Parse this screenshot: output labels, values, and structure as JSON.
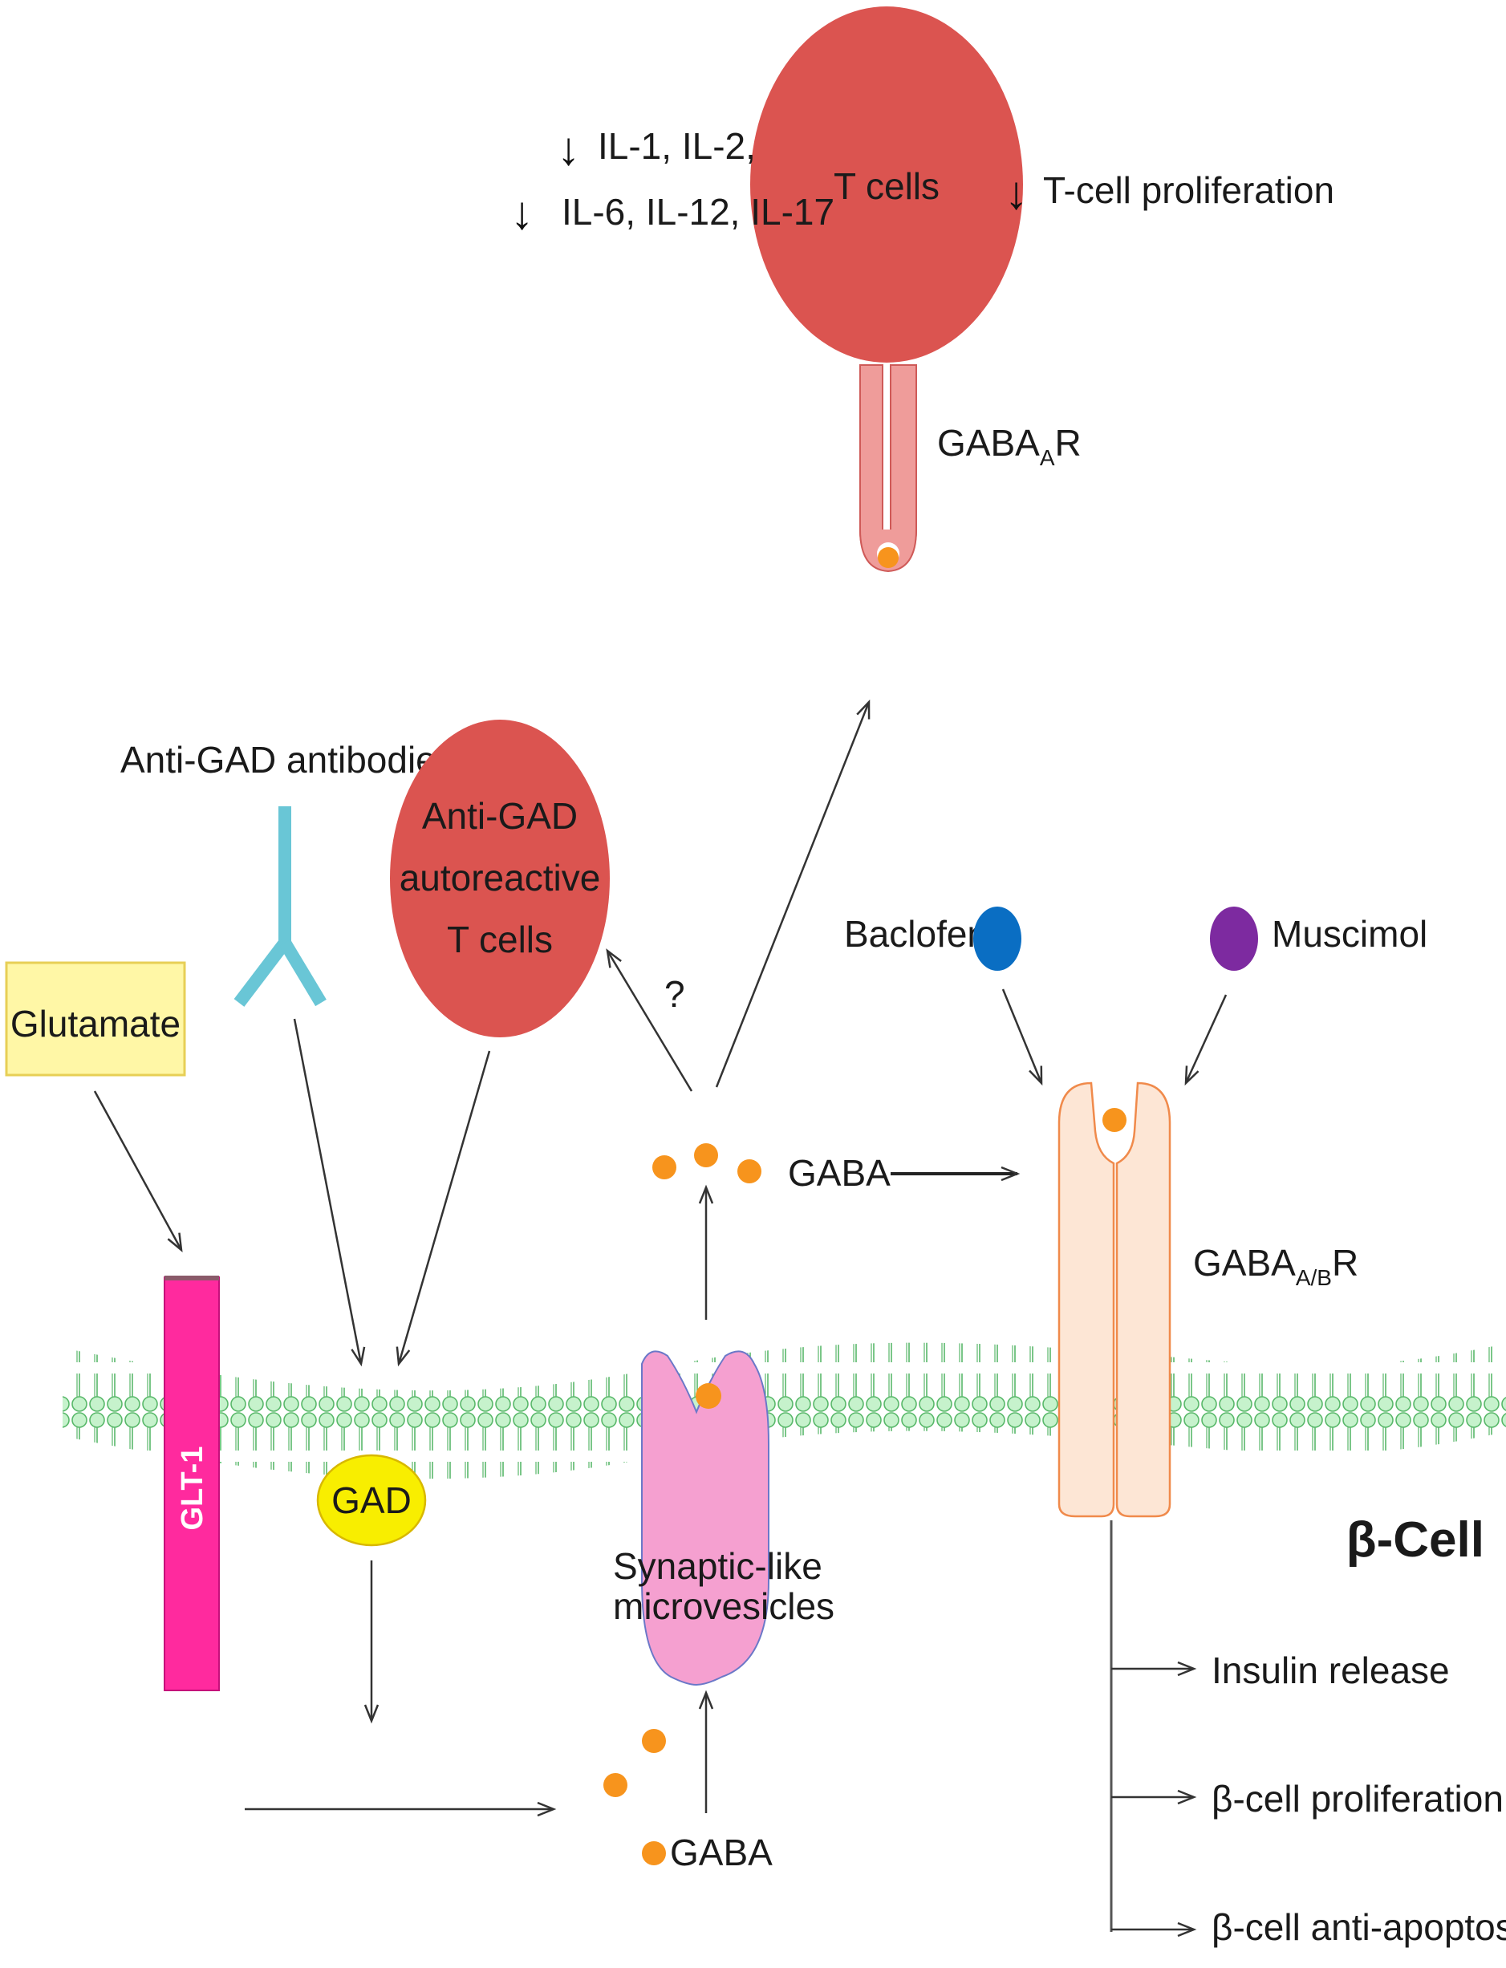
{
  "labels": {
    "t_cells": "T cells",
    "cytokines_line1": "IL-1, IL-2,",
    "cytokines_line2": "IL-6, IL-12, IL-17",
    "tcell_proliferation": "T-cell proliferation",
    "gaba_a_r_main": "GABA",
    "gaba_a_r_sub": "A",
    "gaba_a_r_tail": "R",
    "anti_gad_antibodies": "Anti-GAD antibodies",
    "autoreactive_line1": "Anti-GAD",
    "autoreactive_line2": "autoreactive",
    "autoreactive_line3": "T cells",
    "question_mark": "?",
    "baclofen": "Baclofen",
    "muscimol": "Muscimol",
    "glutamate": "Glutamate",
    "gaba_secreted": "GABA",
    "gaba_ab_r_main": "GABA",
    "gaba_ab_r_sub": "A/B",
    "gaba_ab_r_tail": "R",
    "glt1": "GLT-1",
    "gad": "GAD",
    "vesicles_line1": "Synaptic-like",
    "vesicles_line2": "microvesicles",
    "beta_cell": "β-Cell",
    "gaba_cytoplasm": "GABA",
    "insulin_release": "Insulin release",
    "beta_proliferation": "β-cell proliferation",
    "beta_anti_apoptosis": "β-cell anti-apoptosis"
  },
  "icons": {
    "down_arrow": "↓"
  },
  "colors": {
    "t_cell": "#db5450",
    "gaba_dot": "#f7941d",
    "baclofen": "#0a6ec3",
    "muscimol": "#7d2aa0",
    "antibody": "#69c6d6",
    "glt1": "#ff2a9e",
    "gad": "#f8ee00",
    "vesicle": "#f5a0d0",
    "receptor_t": "#ef9c9a",
    "receptor_beta": "#fde6d5",
    "membrane": "#c6f2cc",
    "glutamate_box": "#fff7a6"
  }
}
